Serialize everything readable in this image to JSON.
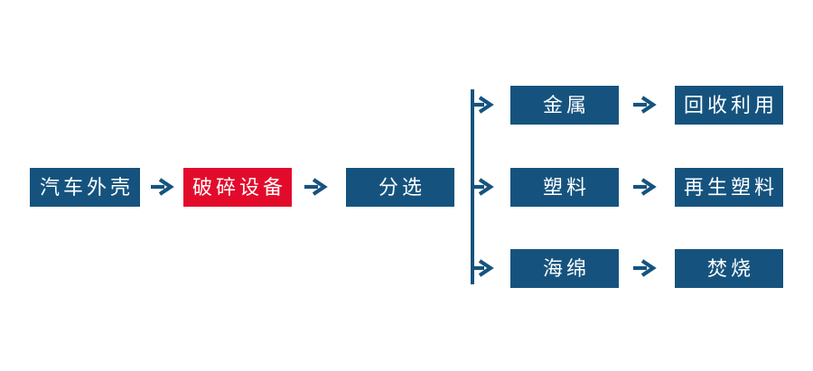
{
  "colors": {
    "primary_blue": "#15537E",
    "accent_red": "#E30B2C",
    "label_white": "#FFFFFF",
    "background": "#FFFFFF"
  },
  "flowchart": {
    "main": {
      "source": "汽车外壳",
      "crusher": "破碎设备",
      "sorting": "分选"
    },
    "branches": [
      {
        "material": "金属",
        "outcome": "回收利用"
      },
      {
        "material": "塑料",
        "outcome": "再生塑料"
      },
      {
        "material": "海绵",
        "outcome": "焚烧"
      }
    ]
  }
}
